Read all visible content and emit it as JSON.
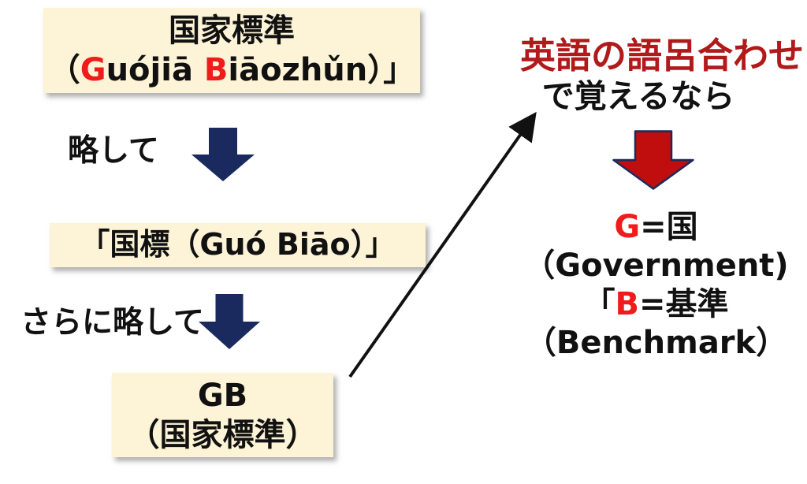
{
  "colors": {
    "box_background": "#fdf3d6",
    "navy_arrow": "#1b2a5e",
    "red_arrow_fill": "#c00d0d",
    "red_letter": "#f01b1b",
    "dark_red_heading": "#b11a1a",
    "text": "#111111"
  },
  "flow": {
    "box1": {
      "line1": "国家標準",
      "line2_open": "（",
      "line2_g": "G",
      "line2_mid": "uójiā ",
      "line2_b": "B",
      "line2_end": "iāozhǔn）」"
    },
    "step1_label": "略して",
    "box2": {
      "line1": "「国標（Guó Biāo）」"
    },
    "step2_label": "さらに略して",
    "box3": {
      "line1": "GB",
      "line2": "（国家標準）"
    }
  },
  "right": {
    "heading_red": "英語の語呂合わせ",
    "heading_black": "で覚えるなら",
    "mnemonic": {
      "line1_g": "G",
      "line1_rest": "=国",
      "line2": "（Government)",
      "line3_open": "「",
      "line3_b": "B",
      "line3_rest": "=基準",
      "line4": "（Benchmark）"
    }
  }
}
